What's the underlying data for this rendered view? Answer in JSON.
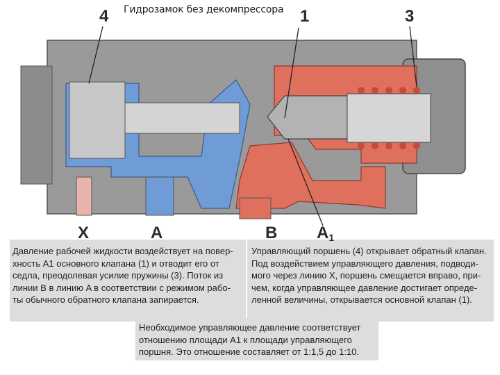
{
  "title": "Гидрозамок без декомпрессора",
  "callouts": {
    "c1": "1",
    "c3": "3",
    "c4": "4",
    "x": "X",
    "a": "A",
    "b": "B",
    "a1": "A",
    "a1_sub": "1"
  },
  "colors": {
    "housing": "#9a9a9a",
    "pilot_fluid_blue": "#6f9bd6",
    "pressure_fluid_red": "#e0705e",
    "spring_red": "#c94a3a",
    "text_bg": "#dddddd"
  },
  "text": {
    "left_lines": [
      "Давление рабочей жидкости воздействует на повер-",
      "хность A1 основного клапана (1) и отводит его от",
      "седла, преодолевая усилие пружины (3). Поток из",
      "линии B в линию A в соответствии с режимом рабо-",
      "ты обычного обратного клапана запирается."
    ],
    "right_lines": [
      "Управляющий поршень (4) открывает обратный клапан.",
      "Под воздействием управляющего давления, подводи-",
      "мого через линию X, поршень смещается вправо, при-",
      "чем, когда управляющее давление достигает опреде-",
      "ленной величины, открывается основной клапан (1)."
    ],
    "bottom_lines": [
      "Необходимое управляющее давление соответствует",
      "отношению площади A1 к площади управляющего",
      "поршня. Это отношение составляет от 1:1,5 до 1:10."
    ]
  }
}
